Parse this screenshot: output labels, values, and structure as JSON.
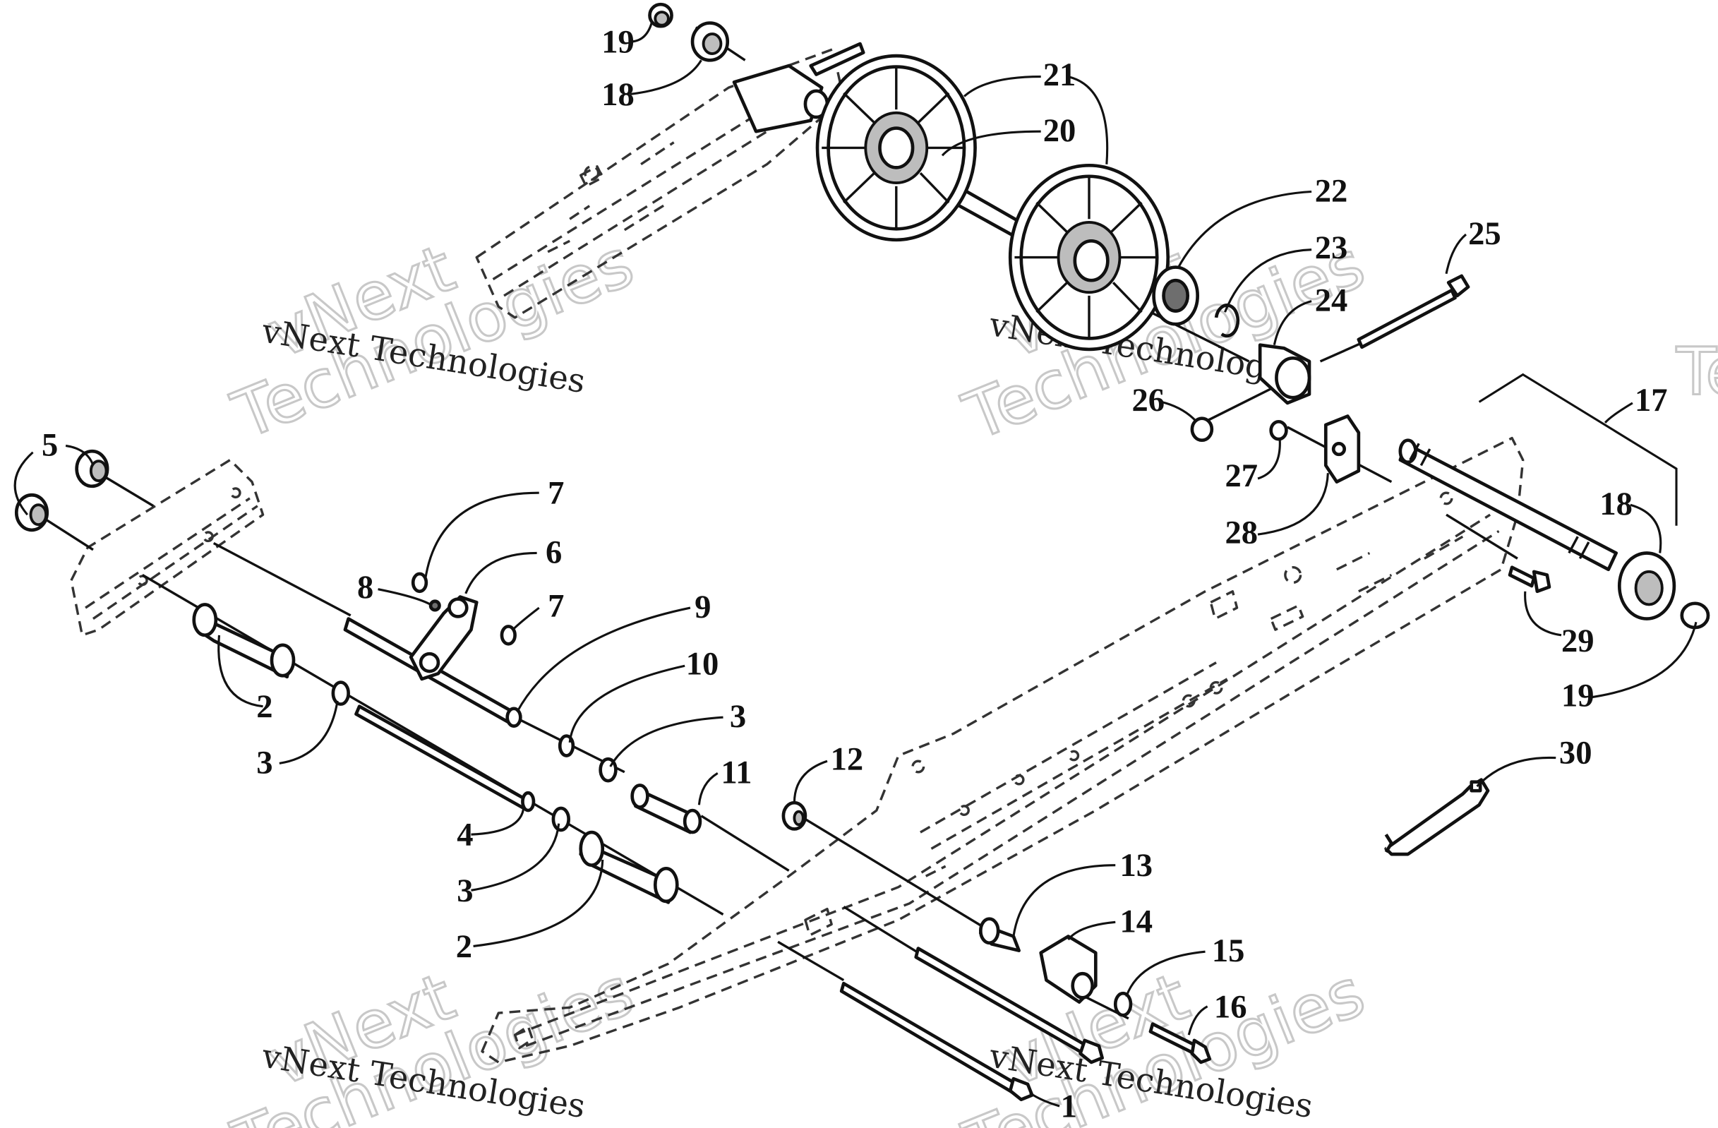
{
  "watermark": {
    "company": "vNext Technologies",
    "brand": "vNext",
    "word": "Technologies"
  },
  "callouts": {
    "c1": "1",
    "c2a": "2",
    "c2b": "2",
    "c3a": "3",
    "c3b": "3",
    "c3c": "3",
    "c4": "4",
    "c5": "5",
    "c6": "6",
    "c7a": "7",
    "c7b": "7",
    "c8": "8",
    "c9": "9",
    "c10": "10",
    "c11": "11",
    "c12": "12",
    "c13": "13",
    "c14": "14",
    "c15": "15",
    "c16": "16",
    "c17": "17",
    "c18a": "18",
    "c18b": "18",
    "c19a": "19",
    "c19b": "19",
    "c20": "20",
    "c21": "21",
    "c22": "22",
    "c23": "23",
    "c24": "24",
    "c25": "25",
    "c26": "26",
    "c27": "27",
    "c28": "28",
    "c29": "29",
    "c30": "30"
  },
  "colors": {
    "line": "#111111",
    "background": "#ffffff",
    "watermark": "#c8c8c8"
  }
}
